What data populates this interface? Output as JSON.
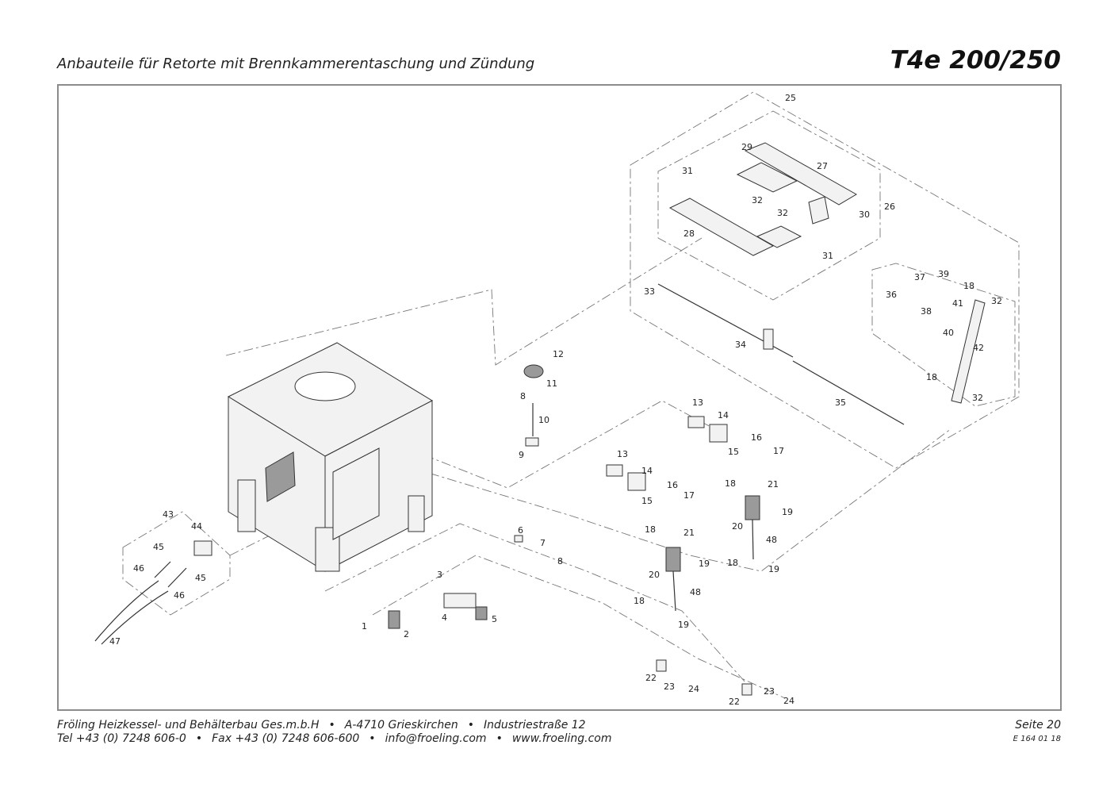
{
  "header": {
    "subtitle": "Anbauteile für Retorte mit Brennkammerentaschung und Zündung",
    "model": "T4e 200/250"
  },
  "footer": {
    "company": "Fröling Heizkessel- und Behälterbau Ges.m.b.H",
    "city": "A-4710 Grieskirchen",
    "street": "Industriestraße 12",
    "tel": "Tel +43 (0) 7248 606-0",
    "fax": "Fax +43 (0) 7248 606-600",
    "email": "info@froeling.com",
    "web": "www.froeling.com",
    "bullet": "•",
    "page": "Seite 20",
    "doc_code": "E 164 01 18"
  },
  "callouts": [
    {
      "id": "c25",
      "label": "25"
    },
    {
      "id": "c29",
      "label": "29"
    },
    {
      "id": "c27",
      "label": "27"
    },
    {
      "id": "c31a",
      "label": "31"
    },
    {
      "id": "c32a",
      "label": "32"
    },
    {
      "id": "c32b",
      "label": "32"
    },
    {
      "id": "c30",
      "label": "30"
    },
    {
      "id": "c26",
      "label": "26"
    },
    {
      "id": "c28",
      "label": "28"
    },
    {
      "id": "c31b",
      "label": "31"
    },
    {
      "id": "c33",
      "label": "33"
    },
    {
      "id": "c34",
      "label": "34"
    },
    {
      "id": "c35",
      "label": "35"
    },
    {
      "id": "c36",
      "label": "36"
    },
    {
      "id": "c37",
      "label": "37"
    },
    {
      "id": "c39",
      "label": "39"
    },
    {
      "id": "c18a",
      "label": "18"
    },
    {
      "id": "c41",
      "label": "41"
    },
    {
      "id": "c32c",
      "label": "32"
    },
    {
      "id": "c38",
      "label": "38"
    },
    {
      "id": "c40",
      "label": "40"
    },
    {
      "id": "c42",
      "label": "42"
    },
    {
      "id": "c18b",
      "label": "18"
    },
    {
      "id": "c32d",
      "label": "32"
    },
    {
      "id": "c12",
      "label": "12"
    },
    {
      "id": "c11",
      "label": "11"
    },
    {
      "id": "c8a",
      "label": "8"
    },
    {
      "id": "c10",
      "label": "10"
    },
    {
      "id": "c9",
      "label": "9"
    },
    {
      "id": "c13a",
      "label": "13"
    },
    {
      "id": "c14a",
      "label": "14"
    },
    {
      "id": "c16a",
      "label": "16"
    },
    {
      "id": "c15a",
      "label": "15"
    },
    {
      "id": "c17a",
      "label": "17"
    },
    {
      "id": "c13b",
      "label": "13"
    },
    {
      "id": "c14b",
      "label": "14"
    },
    {
      "id": "c16b",
      "label": "16"
    },
    {
      "id": "c15b",
      "label": "15"
    },
    {
      "id": "c17b",
      "label": "17"
    },
    {
      "id": "c18c",
      "label": "18"
    },
    {
      "id": "c21a",
      "label": "21"
    },
    {
      "id": "c19a",
      "label": "19"
    },
    {
      "id": "c20a",
      "label": "20"
    },
    {
      "id": "c48a",
      "label": "48"
    },
    {
      "id": "c18d",
      "label": "18"
    },
    {
      "id": "c19b",
      "label": "19"
    },
    {
      "id": "c18e",
      "label": "18"
    },
    {
      "id": "c21b",
      "label": "21"
    },
    {
      "id": "c19c",
      "label": "19"
    },
    {
      "id": "c20b",
      "label": "20"
    },
    {
      "id": "c48b",
      "label": "48"
    },
    {
      "id": "c18f",
      "label": "18"
    },
    {
      "id": "c19d",
      "label": "19"
    },
    {
      "id": "c6",
      "label": "6"
    },
    {
      "id": "c7",
      "label": "7"
    },
    {
      "id": "c8b",
      "label": "8"
    },
    {
      "id": "c3",
      "label": "3"
    },
    {
      "id": "c4",
      "label": "4"
    },
    {
      "id": "c5",
      "label": "5"
    },
    {
      "id": "c1",
      "label": "1"
    },
    {
      "id": "c2",
      "label": "2"
    },
    {
      "id": "c22a",
      "label": "22"
    },
    {
      "id": "c23a",
      "label": "23"
    },
    {
      "id": "c24a",
      "label": "24"
    },
    {
      "id": "c22b",
      "label": "22"
    },
    {
      "id": "c23b",
      "label": "23"
    },
    {
      "id": "c24b",
      "label": "24"
    },
    {
      "id": "c43",
      "label": "43"
    },
    {
      "id": "c44",
      "label": "44"
    },
    {
      "id": "c45a",
      "label": "45"
    },
    {
      "id": "c46a",
      "label": "46"
    },
    {
      "id": "c45b",
      "label": "45"
    },
    {
      "id": "c46b",
      "label": "46"
    },
    {
      "id": "c47",
      "label": "47"
    }
  ]
}
